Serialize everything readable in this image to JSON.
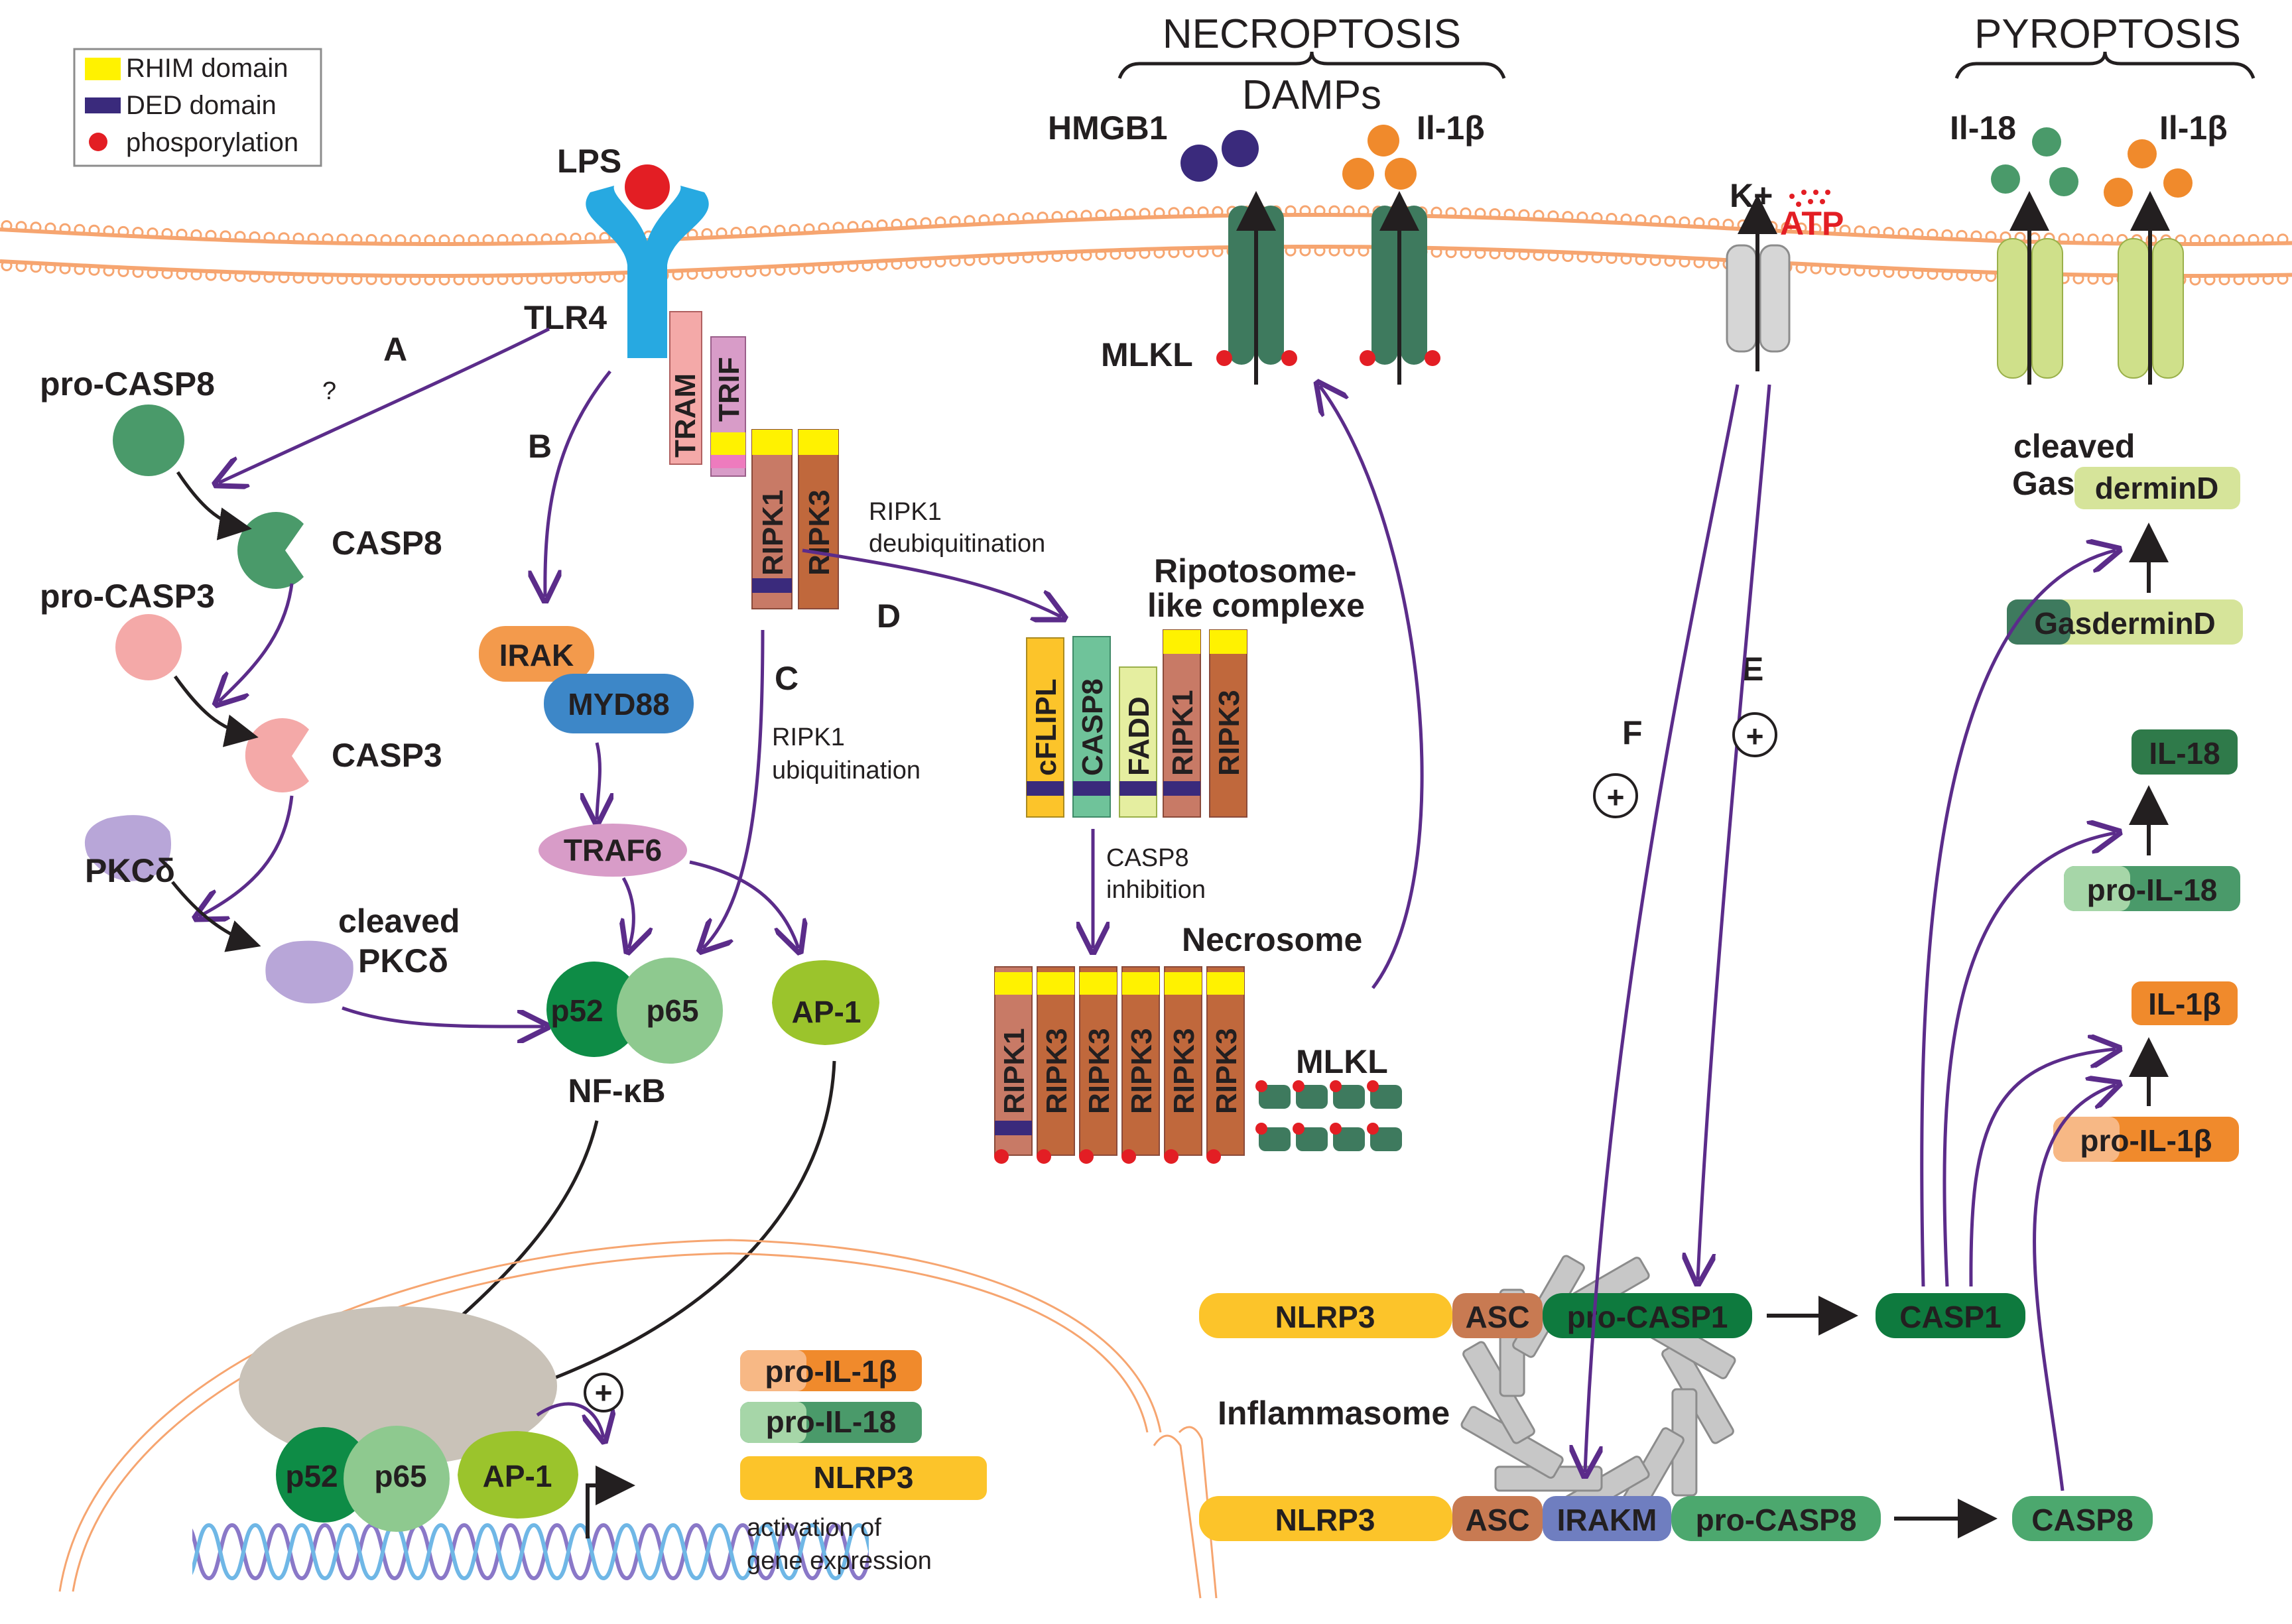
{
  "legend": {
    "rhim": "RHIM domain",
    "ded": "DED domain",
    "phos": "phosporylation"
  },
  "colors": {
    "arrow": "#5b2c8a",
    "rhim": "#fff200",
    "ded": "#3a2a7c",
    "phos": "#e31e24",
    "membrane": "#f6a570"
  },
  "headings": {
    "necroptosis": "NECROPTOSIS",
    "damps": "DAMPs",
    "pyroptosis": "PYROPTOSIS"
  },
  "letters": {
    "a": "A",
    "b": "B",
    "c": "C",
    "d": "D",
    "e": "E",
    "f": "F",
    "q": "?"
  },
  "membrane": {
    "lps": "LPS",
    "tlr4": "TLR4",
    "hmgb1": "HMGB1",
    "il1b": "Il-1β",
    "mlkl": "MLKL",
    "k": "K+",
    "atp": "ATP",
    "il18": "Il-18",
    "il1b2": "Il-1β"
  },
  "left": {
    "procasp8": "pro-CASP8",
    "casp8": "CASP8",
    "procasp3": "pro-CASP3",
    "casp3": "CASP3",
    "pkcd": "PKCδ",
    "cleaved": "cleaved",
    "cleaved_pkcd": "PKCδ"
  },
  "middle": {
    "tram": "TRAM",
    "trif": "TRIF",
    "ripk1": "RIPK1",
    "ripk3": "RIPK3",
    "irak": "IRAK",
    "myd88": "MYD88",
    "traf6": "TRAF6",
    "p52": "p52",
    "p65": "p65",
    "nfkb": "NF-κB",
    "ap1": "AP-1",
    "ripk1_ub1": "RIPK1",
    "ripk1_ub2": "ubiquitination",
    "ripk1_deub1": "RIPK1",
    "ripk1_deub2": "deubiquitination"
  },
  "ripoptosome": {
    "title1": "Ripotosome-",
    "title2": "like complexe",
    "cflip": "cFLIPL",
    "casp8": "CASP8",
    "fadd": "FADD",
    "ripk1": "RIPK1",
    "ripk3": "RIPK3",
    "inh1": "CASP8",
    "inh2": "inhibition"
  },
  "necrosome": {
    "title": "Necrosome",
    "ripk1": "RIPK1",
    "ripk3": "RIPK3",
    "mlkl": "MLKL"
  },
  "nucleus": {
    "p52": "p52",
    "p65": "p65",
    "ap1": "AP-1",
    "plus": "+",
    "proil1b": "pro-IL-1β",
    "proil18": "pro-IL-18",
    "nlrp3": "NLRP3",
    "act1": "activation of",
    "act2": "gene expression"
  },
  "pyroptosis": {
    "cleaved": "cleaved",
    "gsdmd_cleaved": "GasderminD",
    "gsdmd": "GasderminD",
    "il18": "IL-18",
    "proil18": "pro-IL-18",
    "il1b": "IL-1β",
    "proil1b": "pro-IL-1β",
    "plus": "+"
  },
  "inflammasome": {
    "nlrp3": "NLRP3",
    "asc": "ASC",
    "procasp1": "pro-CASP1",
    "casp1": "CASP1",
    "label": "Inflammasome",
    "nlrp3b": "NLRP3",
    "ascb": "ASC",
    "irakm": "IRAKM",
    "procasp8": "pro-CASP8",
    "casp8": "CASP8"
  }
}
